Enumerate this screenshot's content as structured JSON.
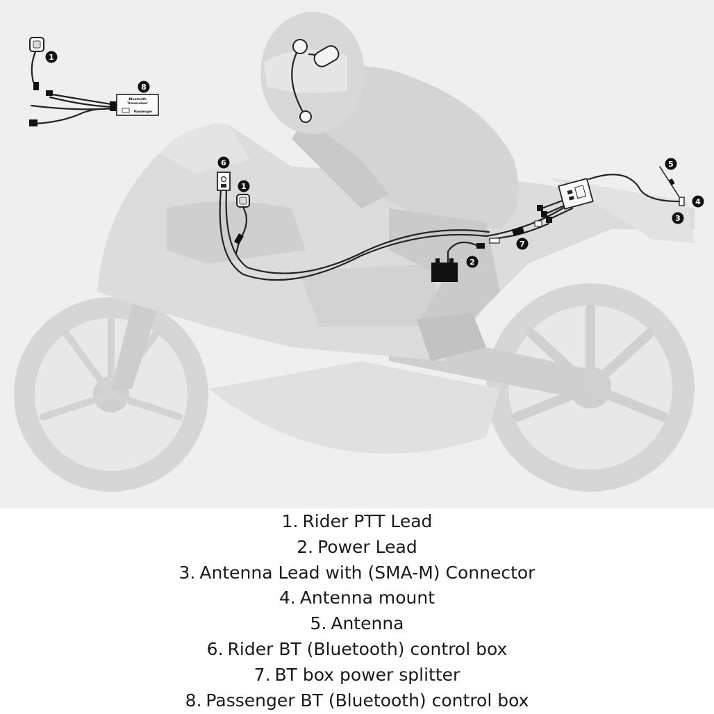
{
  "markers": {
    "m1": "1",
    "m2": "2",
    "m3": "3",
    "m4": "4",
    "m5": "5",
    "m6": "6",
    "m7": "7",
    "m8": "8"
  },
  "passenger_box": {
    "line1": "Bluetooth",
    "line2": "Transceiver",
    "line3": "Passenger"
  },
  "legend": [
    {
      "num": "1.",
      "label": "Rider PTT Lead"
    },
    {
      "num": "2.",
      "label": "Power Lead"
    },
    {
      "num": "3.",
      "label": "Antenna Lead with (SMA-M) Connector"
    },
    {
      "num": "4.",
      "label": "Antenna mount"
    },
    {
      "num": "5.",
      "label": "Antenna"
    },
    {
      "num": "6.",
      "label": "Rider BT (Bluetooth) control box"
    },
    {
      "num": "7.",
      "label": "BT box power splitter"
    },
    {
      "num": "8.",
      "label": "Passenger BT (Bluetooth) control box"
    }
  ],
  "colors": {
    "background": "#efefef",
    "bike_fill": "#d9d9d9",
    "bike_dark": "#c4c4c4",
    "wire": "#222222",
    "badge": "#111111"
  }
}
